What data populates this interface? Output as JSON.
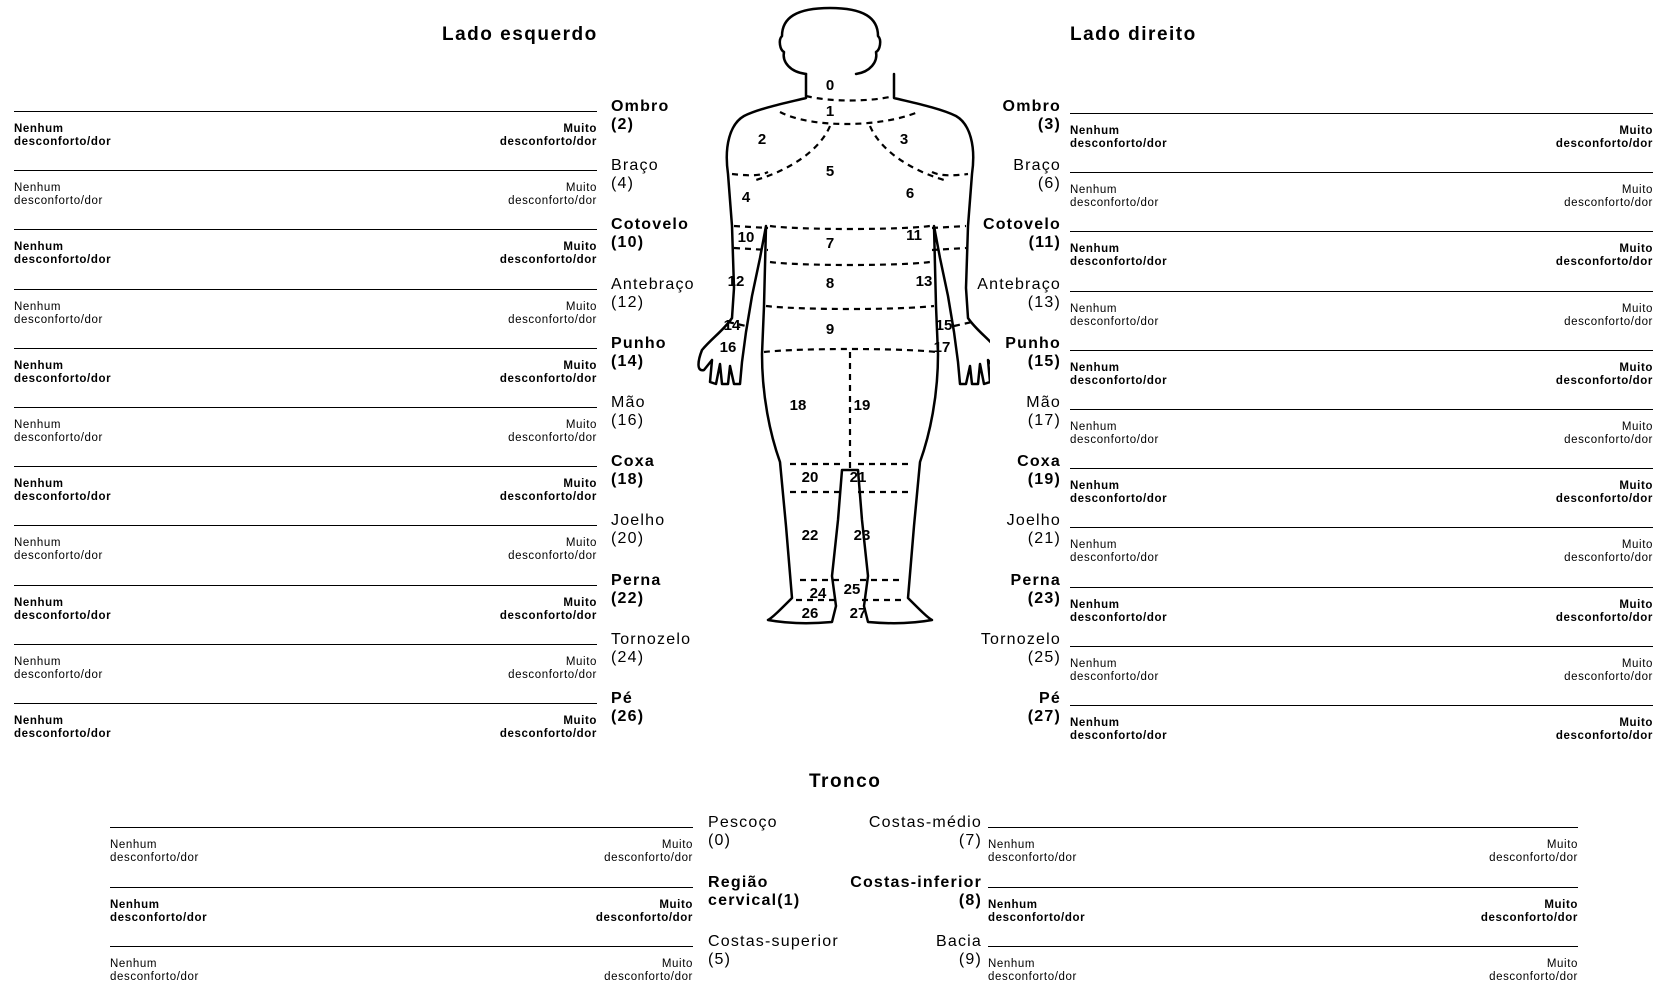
{
  "headings": {
    "left": "Lado esquerdo",
    "right": "Lado direito",
    "trunk": "Tronco"
  },
  "scale": {
    "low": [
      "Nenhum",
      "desconforto/dor"
    ],
    "high": [
      "Muito",
      "desconforto/dor"
    ]
  },
  "left_rows": [
    {
      "name": "Ombro",
      "num": "(2)",
      "bold": true
    },
    {
      "name": "Braço",
      "num": "(4)",
      "bold": false
    },
    {
      "name": "Cotovelo",
      "num": "(10)",
      "bold": true
    },
    {
      "name": "Antebraço",
      "num": "(12)",
      "bold": false
    },
    {
      "name": "Punho",
      "num": "(14)",
      "bold": true
    },
    {
      "name": "Mão",
      "num": "(16)",
      "bold": false
    },
    {
      "name": "Coxa",
      "num": "(18)",
      "bold": true
    },
    {
      "name": "Joelho",
      "num": "(20)",
      "bold": false
    },
    {
      "name": "Perna",
      "num": "(22)",
      "bold": true
    },
    {
      "name": "Tornozelo",
      "num": "(24)",
      "bold": false
    },
    {
      "name": "Pé",
      "num": "(26)",
      "bold": true
    }
  ],
  "right_rows": [
    {
      "name": "Ombro",
      "num": "(3)",
      "bold": true
    },
    {
      "name": "Braço",
      "num": "(6)",
      "bold": false
    },
    {
      "name": "Cotovelo",
      "num": "(11)",
      "bold": true
    },
    {
      "name": "Antebraço",
      "num": "(13)",
      "bold": false
    },
    {
      "name": "Punho",
      "num": "(15)",
      "bold": true
    },
    {
      "name": "Mão",
      "num": "(17)",
      "bold": false
    },
    {
      "name": "Coxa",
      "num": "(19)",
      "bold": true
    },
    {
      "name": "Joelho",
      "num": "(21)",
      "bold": false
    },
    {
      "name": "Perna",
      "num": "(23)",
      "bold": true
    },
    {
      "name": "Tornozelo",
      "num": "(25)",
      "bold": false
    },
    {
      "name": "Pé",
      "num": "(27)",
      "bold": true
    }
  ],
  "trunk_left_rows": [
    {
      "name": "Pescoço",
      "num": "(0)",
      "bold": false
    },
    {
      "name": "Região",
      "num": "cervical(1)",
      "bold": true
    },
    {
      "name": "Costas-superior",
      "num": "(5)",
      "bold": false
    }
  ],
  "trunk_right_rows": [
    {
      "name": "Costas-médio",
      "num": "(7)",
      "bold": false
    },
    {
      "name": "Costas-inferior",
      "num": "(8)",
      "bold": true
    },
    {
      "name": "Bacia",
      "num": "(9)",
      "bold": false
    }
  ],
  "figure_labels": [
    "0",
    "1",
    "2",
    "3",
    "4",
    "5",
    "6",
    "7",
    "8",
    "9",
    "10",
    "11",
    "12",
    "13",
    "14",
    "15",
    "16",
    "17",
    "18",
    "19",
    "20",
    "21",
    "22",
    "23",
    "24",
    "25",
    "26",
    "27"
  ]
}
